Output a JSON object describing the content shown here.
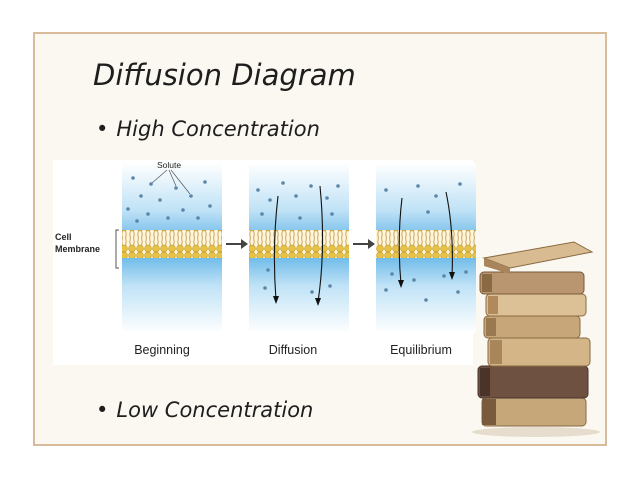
{
  "slide": {
    "title": "Diffusion Diagram",
    "bullets": [
      "High Concentration",
      "Low Concentration"
    ]
  },
  "diagram": {
    "solute_label": "Solute",
    "membrane_label_line1": "Cell",
    "membrane_label_line2": "Membrane",
    "stages": [
      "Beginning",
      "Diffusion",
      "Equilibrium"
    ]
  },
  "colors": {
    "frame": "#d9bc9c",
    "water_top": "#5fb3e6",
    "membrane_head": "#e7c244",
    "tail": "#c9a56a"
  },
  "icons": [
    "stack-of-books-image"
  ]
}
